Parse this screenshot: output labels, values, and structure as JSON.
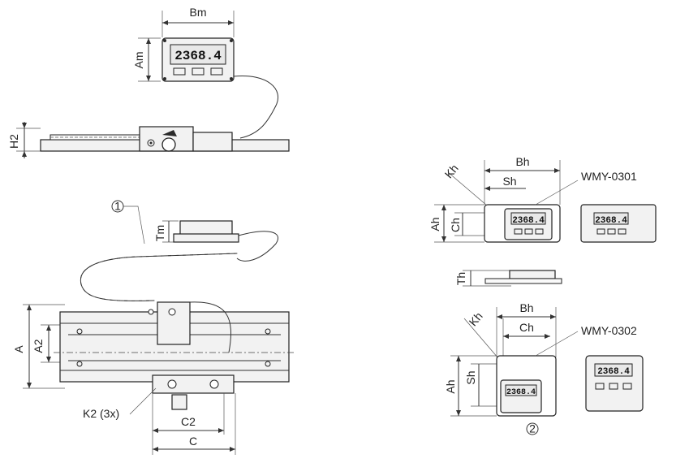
{
  "display_reading": "2368.4",
  "dims": {
    "bm": "Bm",
    "am": "Am",
    "h2": "H2",
    "tm": "Tm",
    "a": "A",
    "a2": "A2",
    "k2": "K2 (3x)",
    "c2": "C2",
    "c": "C",
    "bh": "Bh",
    "kh": "Kh",
    "sh": "Sh",
    "ah": "Ah",
    "ch": "Ch",
    "th": "Th"
  },
  "models": {
    "upper": "WMY-0301",
    "lower": "WMY-0302"
  },
  "callouts": {
    "one": "1",
    "two": "2"
  }
}
